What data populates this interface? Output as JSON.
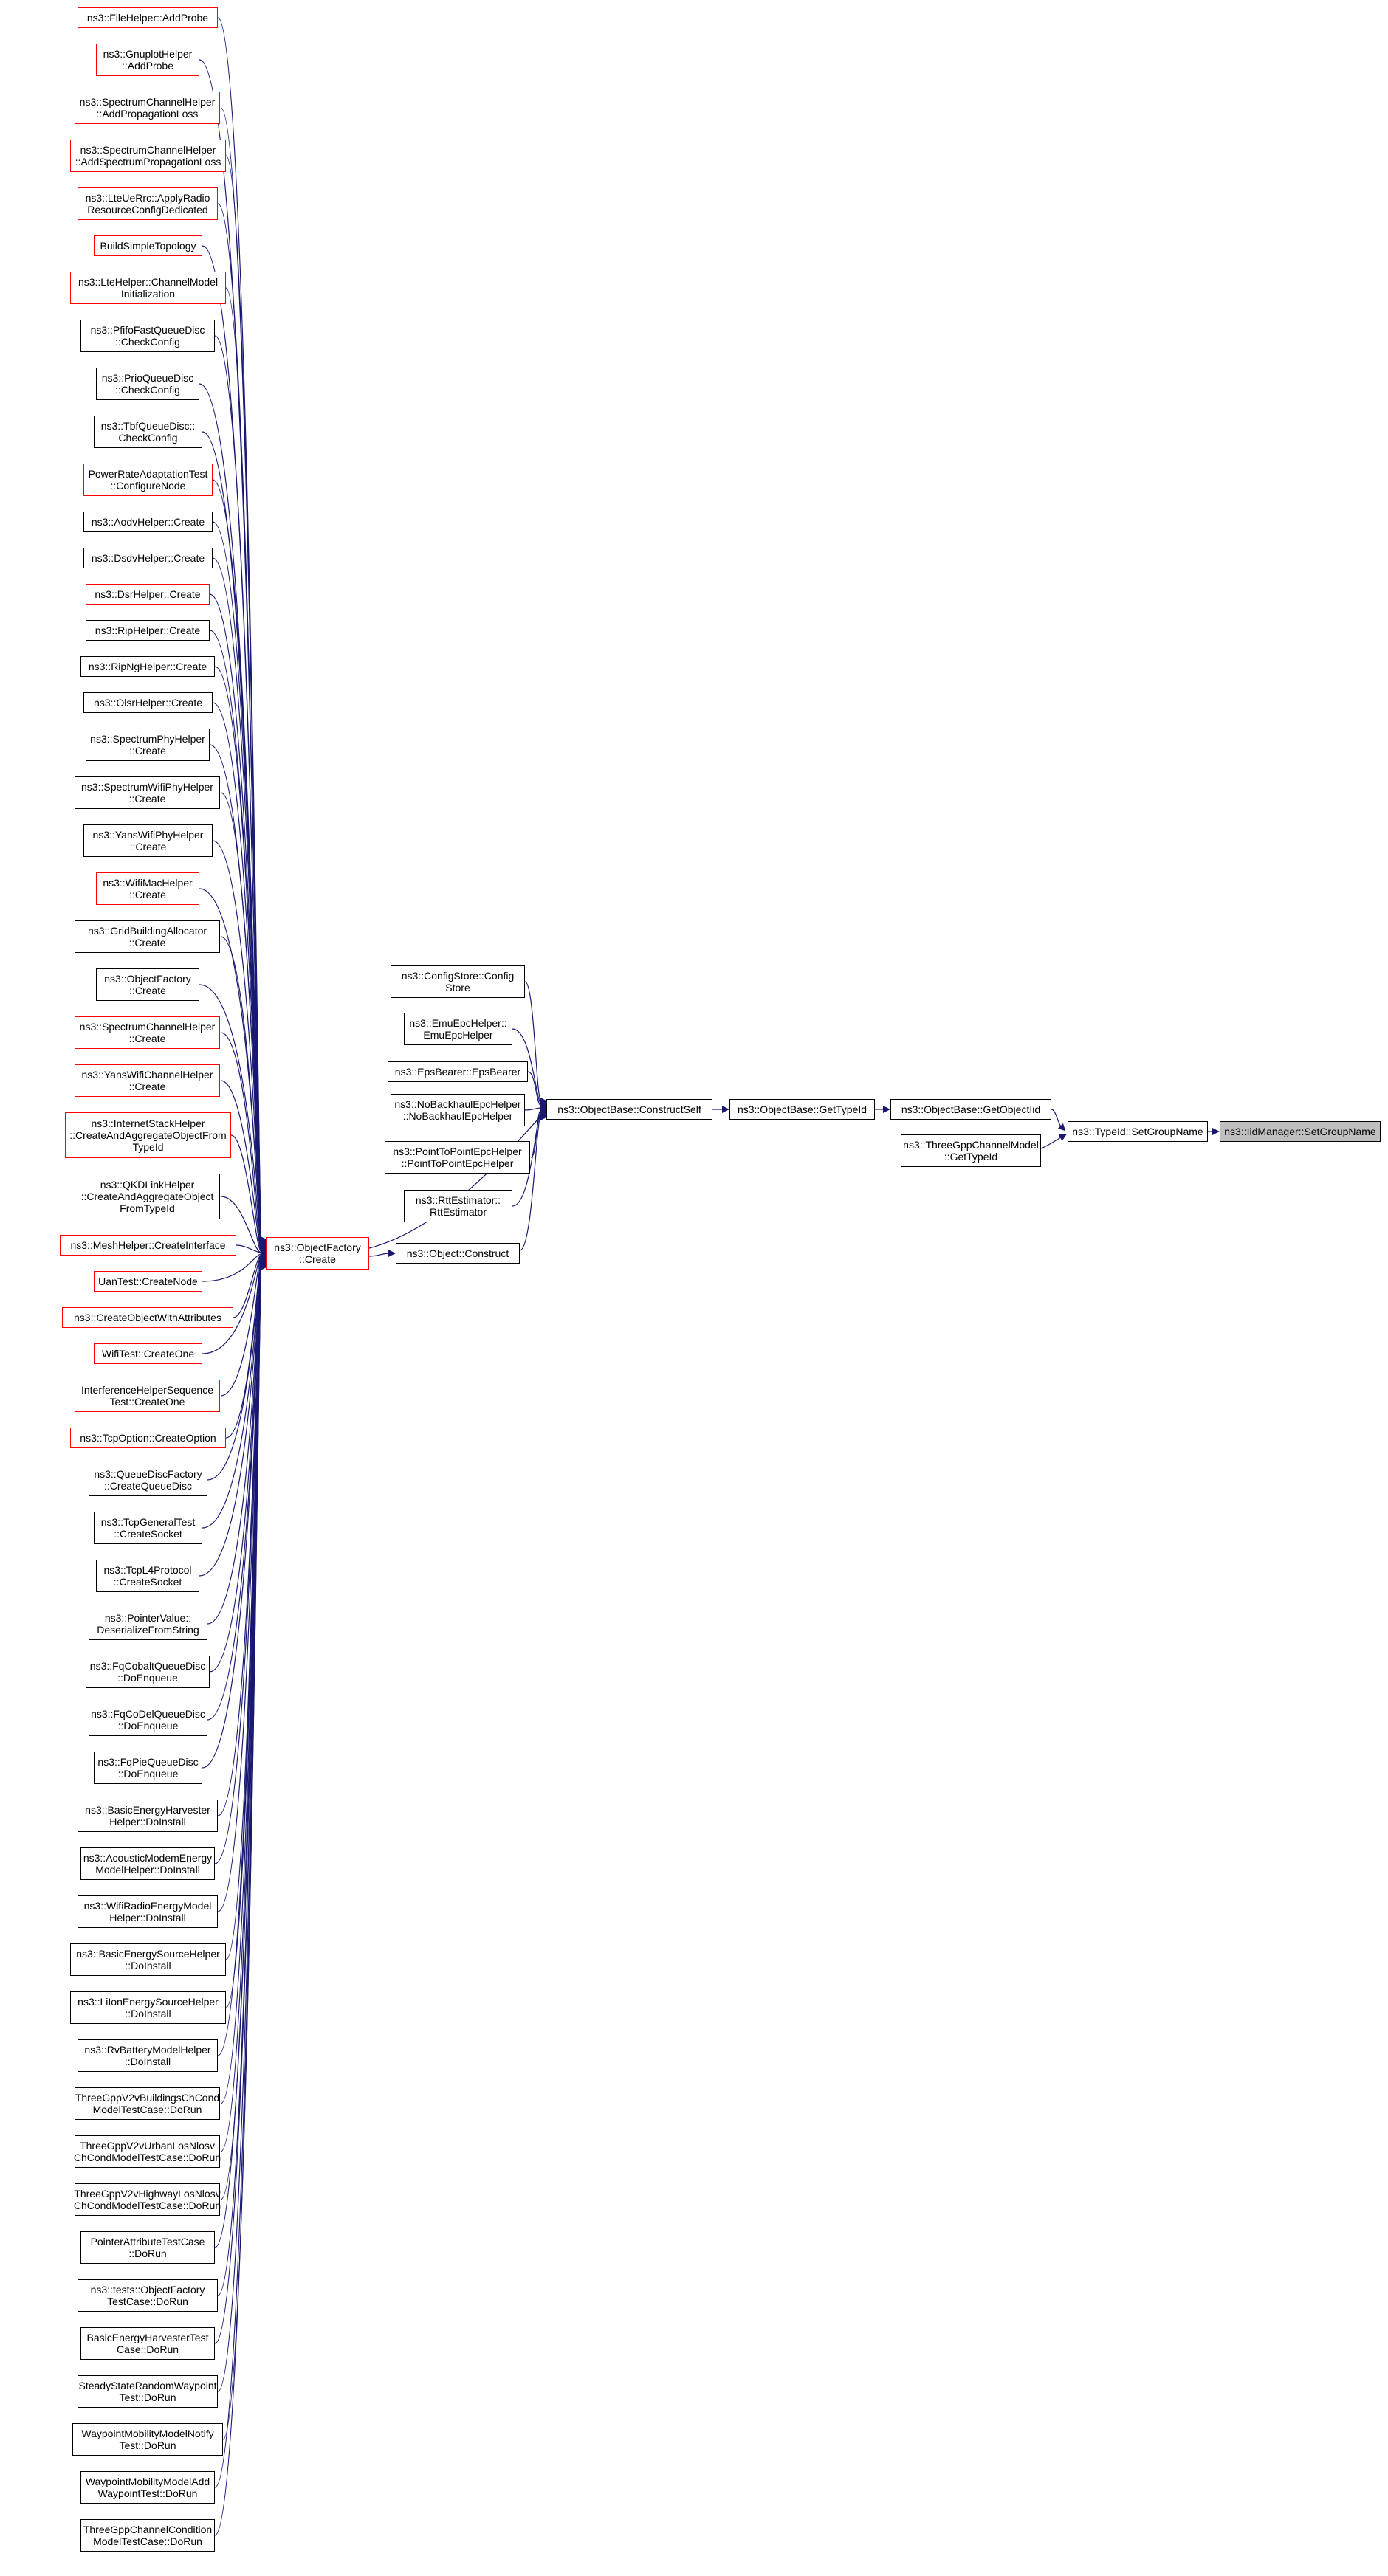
{
  "colors": {
    "edge-color": "#191970",
    "node-border": "#000000",
    "highlight-border": "#ff0000",
    "node-fill": "#ffffff",
    "focus-fill": "#bfbfbf"
  },
  "nodes": {
    "n01": {
      "label": "ns3::FileHelper::AddProbe",
      "border": "red"
    },
    "n02": {
      "label": "ns3::GnuplotHelper\n::AddProbe",
      "border": "red"
    },
    "n03": {
      "label": "ns3::SpectrumChannelHelper\n::AddPropagationLoss",
      "border": "red"
    },
    "n04": {
      "label": "ns3::SpectrumChannelHelper\n::AddSpectrumPropagationLoss",
      "border": "red"
    },
    "n05": {
      "label": "ns3::LteUeRrc::ApplyRadio\nResourceConfigDedicated",
      "border": "red"
    },
    "n06": {
      "label": "BuildSimpleTopology",
      "border": "red"
    },
    "n07": {
      "label": "ns3::LteHelper::ChannelModel\nInitialization",
      "border": "red"
    },
    "n08": {
      "label": "ns3::PfifoFastQueueDisc\n::CheckConfig",
      "border": "black"
    },
    "n09": {
      "label": "ns3::PrioQueueDisc\n::CheckConfig",
      "border": "black"
    },
    "n10": {
      "label": "ns3::TbfQueueDisc::\nCheckConfig",
      "border": "black"
    },
    "n11": {
      "label": "PowerRateAdaptationTest\n::ConfigureNode",
      "border": "red"
    },
    "n12": {
      "label": "ns3::AodvHelper::Create",
      "border": "black"
    },
    "n13": {
      "label": "ns3::DsdvHelper::Create",
      "border": "black"
    },
    "n14": {
      "label": "ns3::DsrHelper::Create",
      "border": "red"
    },
    "n15": {
      "label": "ns3::RipHelper::Create",
      "border": "black"
    },
    "n16": {
      "label": "ns3::RipNgHelper::Create",
      "border": "black"
    },
    "n17": {
      "label": "ns3::OlsrHelper::Create",
      "border": "black"
    },
    "n18": {
      "label": "ns3::SpectrumPhyHelper\n::Create",
      "border": "black"
    },
    "n19": {
      "label": "ns3::SpectrumWifiPhyHelper\n::Create",
      "border": "black"
    },
    "n20": {
      "label": "ns3::YansWifiPhyHelper\n::Create",
      "border": "black"
    },
    "n21": {
      "label": "ns3::WifiMacHelper\n::Create",
      "border": "red"
    },
    "n22": {
      "label": "ns3::GridBuildingAllocator\n::Create",
      "border": "black"
    },
    "n23": {
      "label": "ns3::ObjectFactory\n::Create",
      "border": "black"
    },
    "n24": {
      "label": "ns3::SpectrumChannelHelper\n::Create",
      "border": "red"
    },
    "n25": {
      "label": "ns3::YansWifiChannelHelper\n::Create",
      "border": "red"
    },
    "n26": {
      "label": "ns3::InternetStackHelper\n::CreateAndAggregateObjectFrom\nTypeId",
      "border": "red"
    },
    "n27": {
      "label": "ns3::QKDLinkHelper\n::CreateAndAggregateObject\nFromTypeId",
      "border": "black"
    },
    "n28": {
      "label": "ns3::MeshHelper::CreateInterface",
      "border": "red"
    },
    "n29": {
      "label": "UanTest::CreateNode",
      "border": "red"
    },
    "n30": {
      "label": "ns3::CreateObjectWithAttributes",
      "border": "red"
    },
    "n31": {
      "label": "WifiTest::CreateOne",
      "border": "red"
    },
    "n32": {
      "label": "InterferenceHelperSequence\nTest::CreateOne",
      "border": "red"
    },
    "n33": {
      "label": "ns3::TcpOption::CreateOption",
      "border": "red"
    },
    "n34": {
      "label": "ns3::QueueDiscFactory\n::CreateQueueDisc",
      "border": "black"
    },
    "n35": {
      "label": "ns3::TcpGeneralTest\n::CreateSocket",
      "border": "black"
    },
    "n36": {
      "label": "ns3::TcpL4Protocol\n::CreateSocket",
      "border": "black"
    },
    "n37": {
      "label": "ns3::PointerValue::\nDeserializeFromString",
      "border": "black"
    },
    "n38": {
      "label": "ns3::FqCobaltQueueDisc\n::DoEnqueue",
      "border": "black"
    },
    "n39": {
      "label": "ns3::FqCoDelQueueDisc\n::DoEnqueue",
      "border": "black"
    },
    "n40": {
      "label": "ns3::FqPieQueueDisc\n::DoEnqueue",
      "border": "black"
    },
    "n41": {
      "label": "ns3::BasicEnergyHarvester\nHelper::DoInstall",
      "border": "black"
    },
    "n42": {
      "label": "ns3::AcousticModemEnergy\nModelHelper::DoInstall",
      "border": "black"
    },
    "n43": {
      "label": "ns3::WifiRadioEnergyModel\nHelper::DoInstall",
      "border": "black"
    },
    "n44": {
      "label": "ns3::BasicEnergySourceHelper\n::DoInstall",
      "border": "black"
    },
    "n45": {
      "label": "ns3::LiIonEnergySourceHelper\n::DoInstall",
      "border": "black"
    },
    "n46": {
      "label": "ns3::RvBatteryModelHelper\n::DoInstall",
      "border": "black"
    },
    "n47": {
      "label": "ThreeGppV2vBuildingsChCond\nModelTestCase::DoRun",
      "border": "black"
    },
    "n48": {
      "label": "ThreeGppV2vUrbanLosNlosv\nChCondModelTestCase::DoRun",
      "border": "black"
    },
    "n49": {
      "label": "ThreeGppV2vHighwayLosNlosv\nChCondModelTestCase::DoRun",
      "border": "black"
    },
    "n50": {
      "label": "PointerAttributeTestCase\n::DoRun",
      "border": "black"
    },
    "n51": {
      "label": "ns3::tests::ObjectFactory\nTestCase::DoRun",
      "border": "black"
    },
    "n52": {
      "label": "BasicEnergyHarvesterTest\nCase::DoRun",
      "border": "black"
    },
    "n53": {
      "label": "SteadyStateRandomWaypoint\nTest::DoRun",
      "border": "black"
    },
    "n54": {
      "label": "WaypointMobilityModelNotify\nTest::DoRun",
      "border": "black"
    },
    "n55": {
      "label": "WaypointMobilityModelAdd\nWaypointTest::DoRun",
      "border": "black"
    },
    "n56": {
      "label": "ThreeGppChannelCondition\nModelTestCase::DoRun",
      "border": "black"
    },
    "center": {
      "label": "ns3::ObjectFactory\n::Create",
      "border": "red"
    },
    "configstore": {
      "label": "ns3::ConfigStore::Config\nStore",
      "border": "black"
    },
    "emuepc": {
      "label": "ns3::EmuEpcHelper::\nEmuEpcHelper",
      "border": "black"
    },
    "epsbearer": {
      "label": "ns3::EpsBearer::EpsBearer",
      "border": "black"
    },
    "nobackhaul": {
      "label": "ns3::NoBackhaulEpcHelper\n::NoBackhaulEpcHelper",
      "border": "black"
    },
    "p2pepc": {
      "label": "ns3::PointToPointEpcHelper\n::PointToPointEpcHelper",
      "border": "black"
    },
    "rtt": {
      "label": "ns3::RttEstimator::\nRttEstimator",
      "border": "black"
    },
    "construct": {
      "label": "ns3::Object::Construct",
      "border": "black"
    },
    "constructself": {
      "label": "ns3::ObjectBase::ConstructSelf",
      "border": "black"
    },
    "gettypeid": {
      "label": "ns3::ObjectBase::GetTypeId",
      "border": "black"
    },
    "getobjectiid": {
      "label": "ns3::ObjectBase::GetObjectIid",
      "border": "black"
    },
    "threegpp": {
      "label": "ns3::ThreeGppChannelModel\n::GetTypeId",
      "border": "black"
    },
    "typeidsgn": {
      "label": "ns3::TypeId::SetGroupName",
      "border": "black"
    },
    "iidsgn": {
      "label": "ns3::IidManager::SetGroupName",
      "border": "black",
      "fill": "grey"
    }
  },
  "edges": {
    "to_object_factory_create": [
      "n01",
      "n02",
      "n03",
      "n04",
      "n05",
      "n06",
      "n07",
      "n08",
      "n09",
      "n10",
      "n11",
      "n12",
      "n13",
      "n14",
      "n15",
      "n16",
      "n17",
      "n18",
      "n19",
      "n20",
      "n21",
      "n22",
      "n23",
      "n24",
      "n25",
      "n26",
      "n27",
      "n28",
      "n29",
      "n30",
      "n31",
      "n32",
      "n33",
      "n34",
      "n35",
      "n36",
      "n37",
      "n38",
      "n39",
      "n40",
      "n41",
      "n42",
      "n43",
      "n44",
      "n45",
      "n46",
      "n47",
      "n48",
      "n49",
      "n50",
      "n51",
      "n52",
      "n53",
      "n54",
      "n55",
      "n56"
    ],
    "others": [
      "center->construct",
      "center->constructself",
      "construct->constructself",
      "configstore->constructself",
      "emuepc->constructself",
      "epsbearer->constructself",
      "nobackhaul->constructself",
      "p2pepc->constructself",
      "rtt->constructself",
      "constructself->gettypeid",
      "gettypeid->getobjectiid",
      "getobjectiid->typeidsgn",
      "threegpp->typeidsgn",
      "typeidsgn->iidsgn"
    ]
  }
}
